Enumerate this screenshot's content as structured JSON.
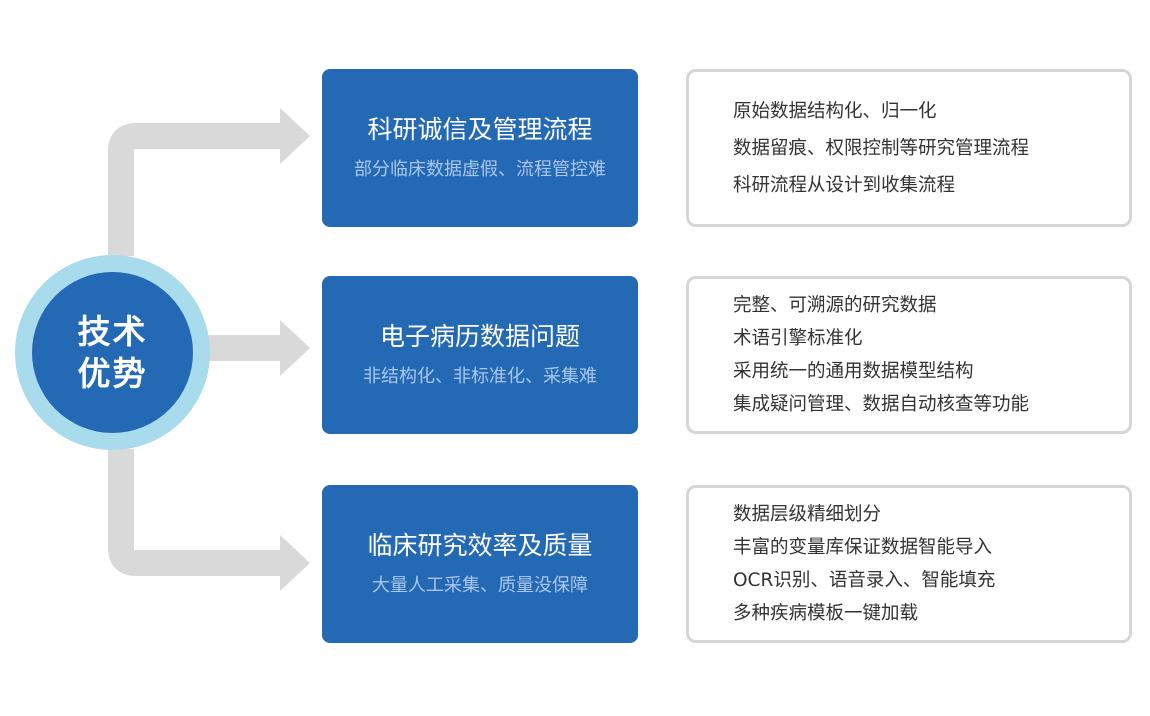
{
  "hub": {
    "lines": [
      "技术",
      "优势"
    ]
  },
  "problems": [
    {
      "title": "科研诚信及管理流程",
      "subtitle": "部分临床数据虚假、流程管控难"
    },
    {
      "title": "电子病历数据问题",
      "subtitle": "非结构化、非标准化、采集难"
    },
    {
      "title": "临床研究效率及质量",
      "subtitle": "大量人工采集、质量没保障"
    }
  ],
  "solutions": [
    {
      "items": [
        "原始数据结构化、归一化",
        "数据留痕、权限控制等研究管理流程",
        "科研流程从设计到收集流程"
      ]
    },
    {
      "items": [
        "完整、可溯源的研究数据",
        "术语引擎标准化",
        "采用统一的通用数据模型结构",
        "集成疑问管理、数据自动核查等功能"
      ]
    },
    {
      "items": [
        "数据层级精细划分",
        "丰富的变量库保证数据智能导入",
        "OCR识别、语音录入、智能填充",
        "多种疾病模板一键加载"
      ]
    }
  ],
  "colors": {
    "primary_blue": "#2469b3",
    "hub_ring": "#a8dcec",
    "connector_gray": "#d9d9d9",
    "subtitle_blue": "#a9c6ec",
    "solution_border": "#d6d6d6"
  }
}
